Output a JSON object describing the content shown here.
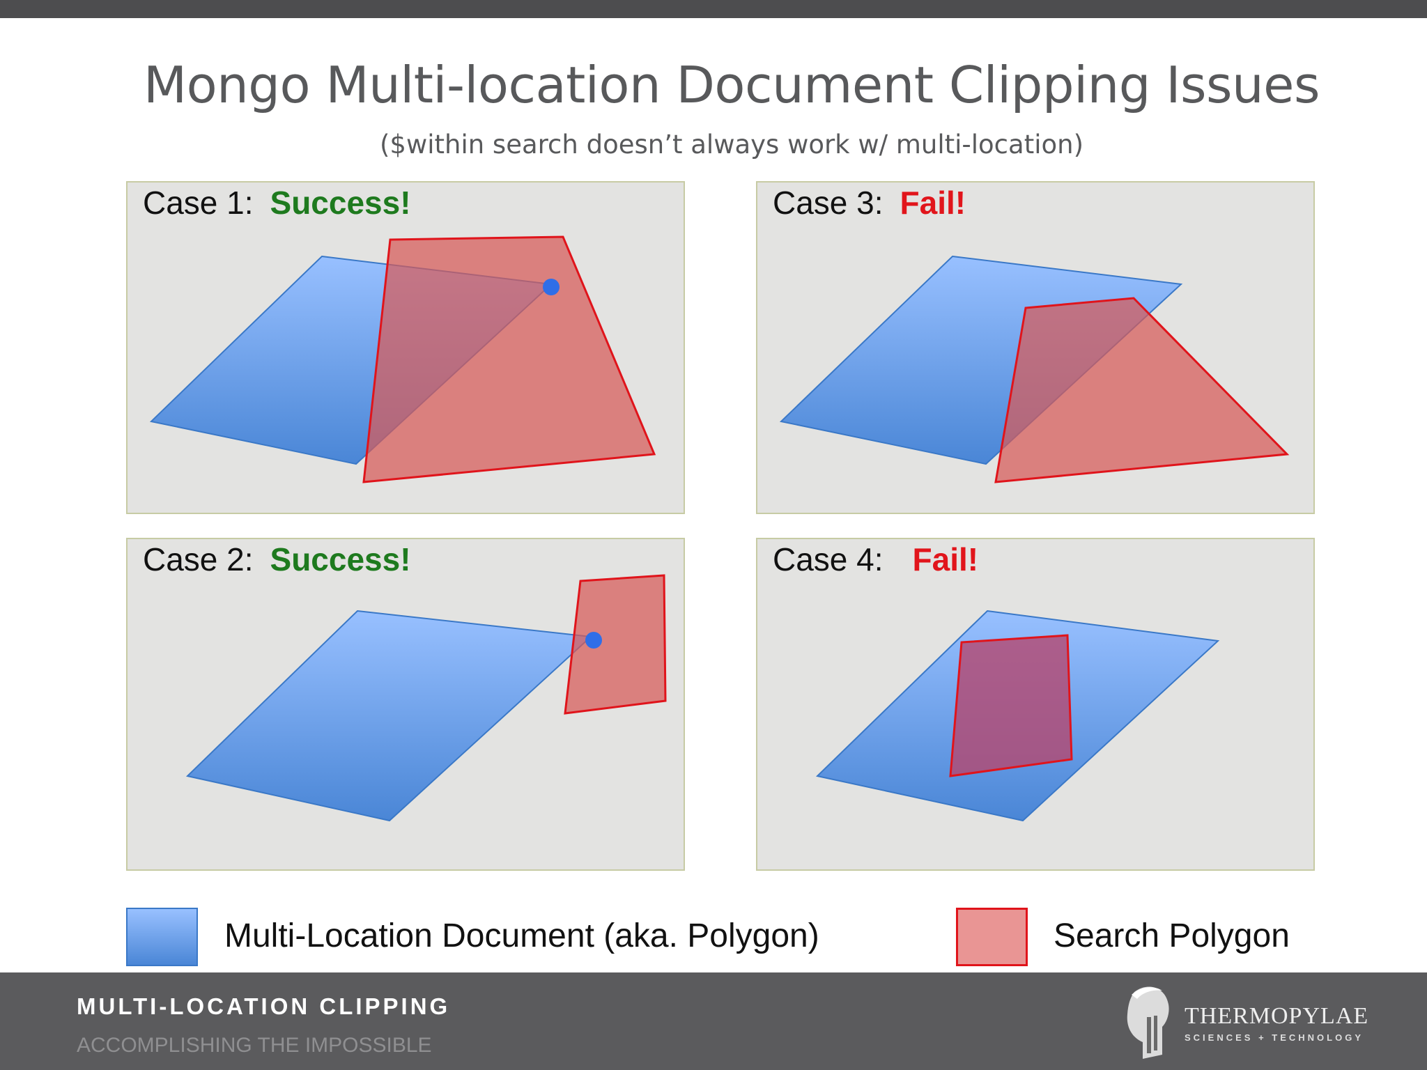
{
  "slide": {
    "title": "Mongo Multi-location Document Clipping Issues",
    "subtitle": "($within search doesn’t always work w/ multi-location)"
  },
  "cases": [
    {
      "label": "Case 1:",
      "status": "Success!",
      "status_color": "#1e7a1e"
    },
    {
      "label": "Case 2:",
      "status": "Success!",
      "status_color": "#1e7a1e"
    },
    {
      "label": "Case 3:",
      "status": "Fail!",
      "status_color": "#e1151b"
    },
    {
      "label": "Case 4:",
      "status": "Fail!",
      "status_color": "#e1151b"
    }
  ],
  "legend": {
    "document_label": "Multi-Location Document (aka. Polygon)",
    "search_label": "Search Polygon"
  },
  "colors": {
    "document_fill_top": "#98c0ff",
    "document_fill_bottom": "#4a86d6",
    "search_fill": "#e07f7d",
    "search_stroke": "#e0141b",
    "point": "#2f6ee8"
  },
  "footer": {
    "title": "MULTI-LOCATION CLIPPING",
    "subtitle": "ACCOMPLISHING THE IMPOSSIBLE",
    "logo_name": "THERMOPYLAE",
    "logo_tagline": "SCIENCES + TECHNOLOGY"
  }
}
